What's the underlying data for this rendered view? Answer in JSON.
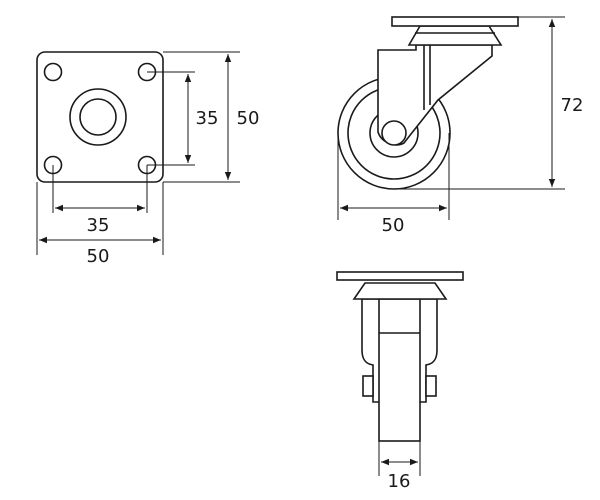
{
  "diagram": {
    "top_view": {
      "plate_width_label": "50",
      "hole_spacing_width_label": "35",
      "hole_spacing_height_label": "35",
      "plate_height_label": "50"
    },
    "side_view": {
      "total_height_label": "72",
      "wheel_diameter_label": "50"
    },
    "front_view": {
      "wheel_width_label": "16"
    },
    "line_color": "#1a1a1a"
  }
}
